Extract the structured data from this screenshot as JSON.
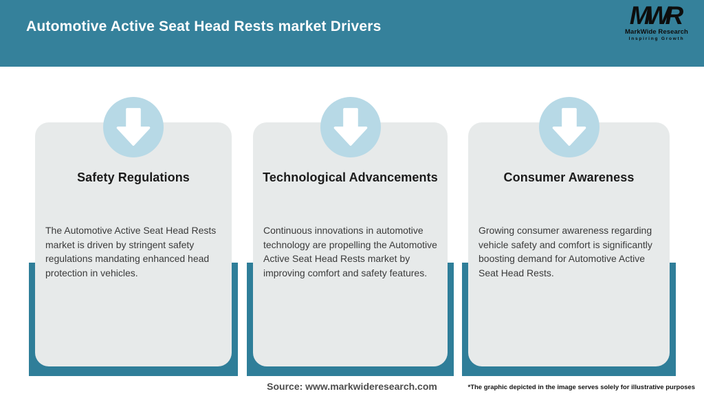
{
  "header": {
    "title": "Automotive Active Seat Head Rests market Drivers",
    "logo": {
      "mark": "MWR",
      "name": "MarkWide Research",
      "tagline": "Inspiring Growth"
    }
  },
  "cards": [
    {
      "title": "Safety Regulations",
      "body": "The Automotive Active Seat Head Rests market is driven by stringent safety regulations mandating enhanced head protection in vehicles."
    },
    {
      "title": "Technological Advancements",
      "body": "Continuous innovations in automotive technology are propelling the Automotive Active Seat Head Rests market by improving comfort and safety features."
    },
    {
      "title": "Consumer Awareness",
      "body": "Growing consumer awareness regarding vehicle safety and comfort is significantly boosting demand for Automotive Active Seat Head Rests."
    }
  ],
  "footer": {
    "source": "Source: www.markwideresearch.com",
    "disclaimer": "*The graphic depicted in the image serves solely for illustrative purposes"
  },
  "colors": {
    "header_bg": "#35819B",
    "frame_teal": "#2F7E99",
    "circle_blue": "#B7D9E6",
    "card_bg": "#E7EAEA",
    "card_title": "#1B1B1B",
    "card_body": "#3A3A3A",
    "source_color": "#4D4D4D",
    "disclaimer_color": "#141414",
    "logo_color": "#0D0D0D"
  }
}
